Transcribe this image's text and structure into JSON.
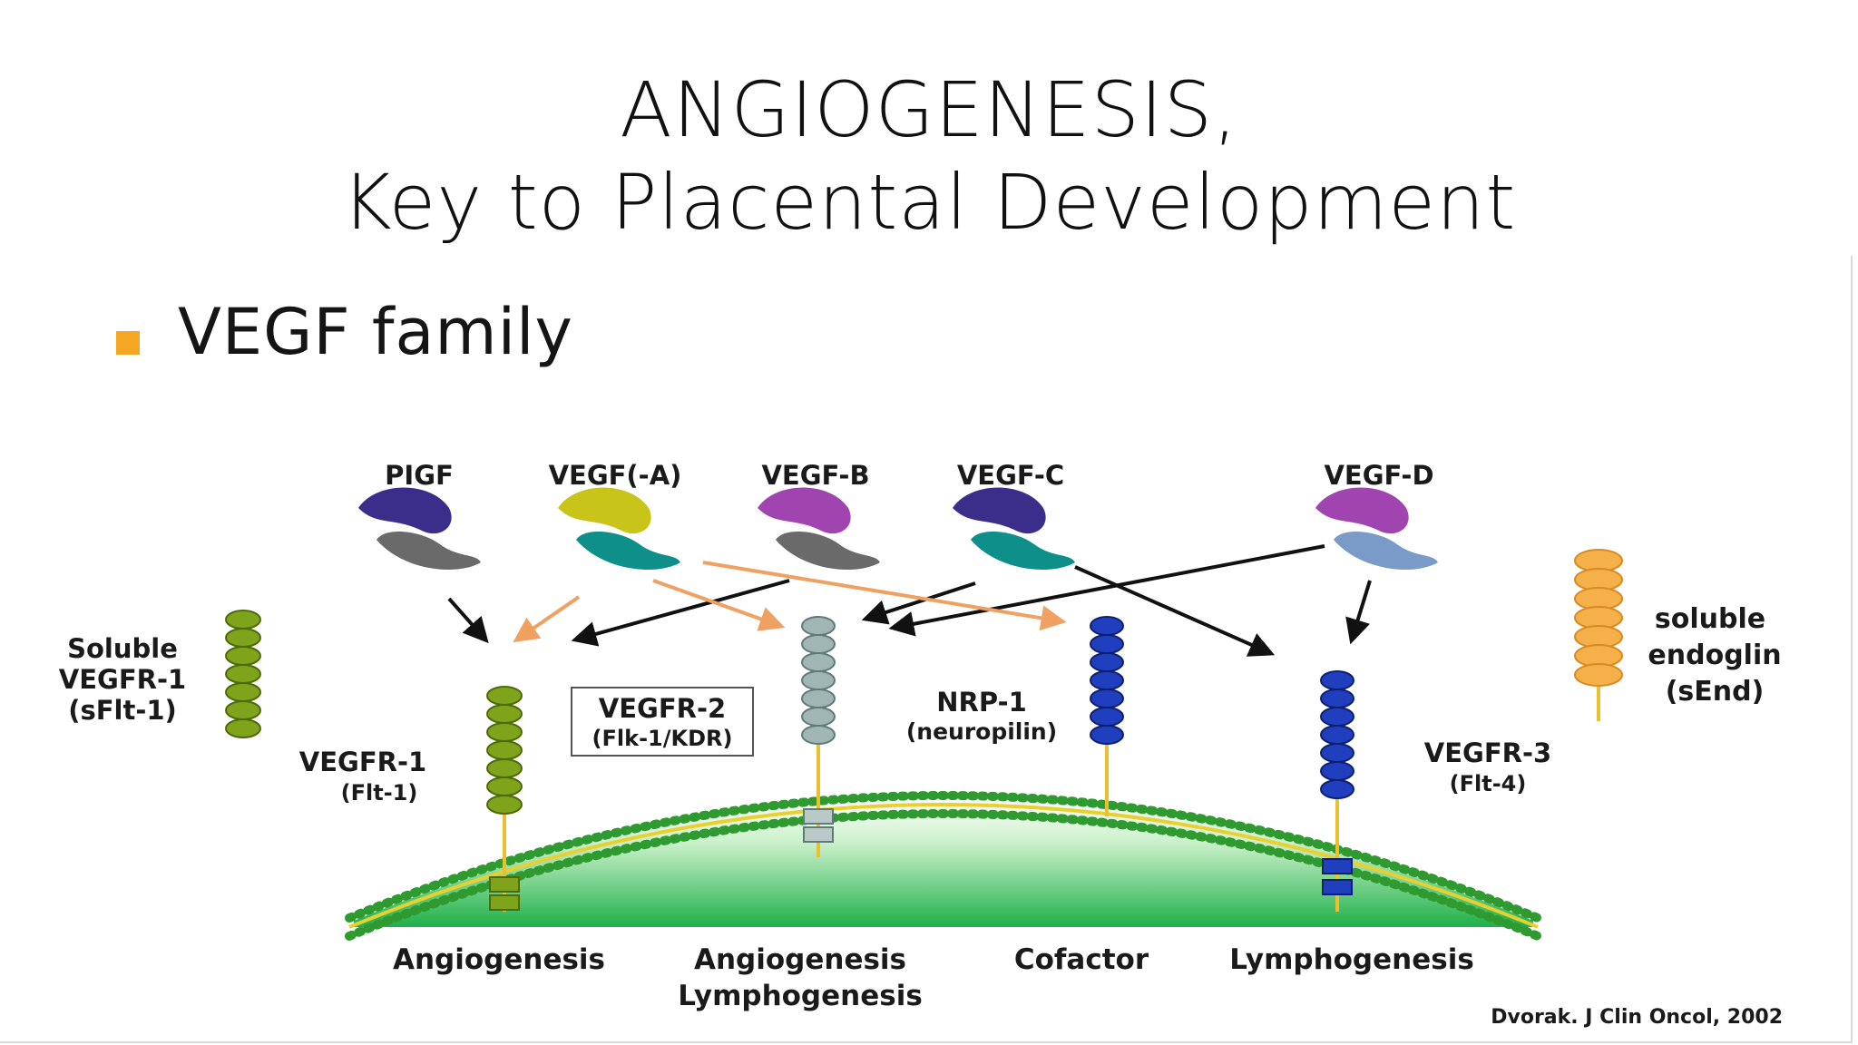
{
  "slide": {
    "title_line1": "ANGIOGENESIS,",
    "title_line2": "Key to Placental Development",
    "bullet": "VEGF family"
  },
  "ligands": {
    "pigf": "PIGF",
    "vegf_a": "VEGF(-A)",
    "vegf_b": "VEGF-B",
    "vegf_c": "VEGF-C",
    "vegf_d": "VEGF-D"
  },
  "receptors": {
    "soluble_vegfr1": [
      "Soluble",
      "VEGFR-1",
      "(sFlt-1)"
    ],
    "vegfr1": [
      "VEGFR-1",
      "(Flt-1)"
    ],
    "vegfr2": [
      "VEGFR-2",
      "(Flk-1/KDR)"
    ],
    "nrp1": [
      "NRP-1",
      "(neuropilin)"
    ],
    "vegfr3": [
      "VEGFR-3",
      "(Flt-4)"
    ],
    "soluble_endoglin": [
      "soluble",
      "endoglin",
      "(sEnd)"
    ]
  },
  "functions": {
    "angiogenesis": "Angiogenesis",
    "angio_lympho": [
      "Angiogenesis",
      "Lymphogenesis"
    ],
    "cofactor": "Cofactor",
    "lymphogenesis": "Lymphogenesis"
  },
  "citation": "Dvorak. J Clin Oncol, 2002",
  "colors": {
    "bullet": "#f5a623",
    "green_receptor": "#7fa31a",
    "gray_receptor": "#9fb6b4",
    "blue_receptor": "#1f3fbf",
    "endoglin": "#f5b04a",
    "membrane": "#2f9a2f",
    "orange_arrow": "#f0a060",
    "black_arrow": "#111111"
  },
  "icons": [
    "ligand-blob-icon",
    "arrow-icon"
  ]
}
